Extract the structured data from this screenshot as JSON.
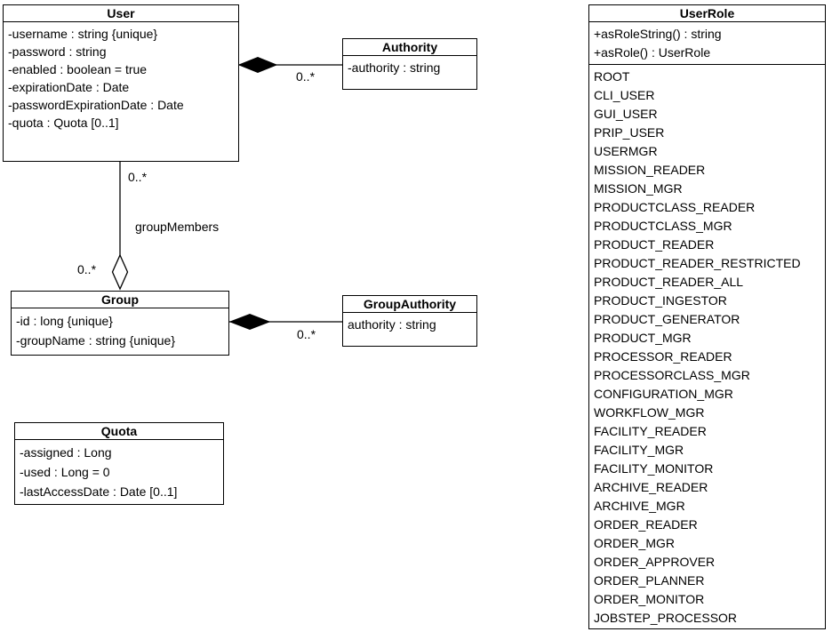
{
  "classes": {
    "user": {
      "title": "User",
      "attrs": [
        "-username : string {unique}",
        "-password : string",
        "-enabled : boolean = true",
        "-expirationDate : Date",
        "-passwordExpirationDate : Date",
        "-quota : Quota [0..1]"
      ]
    },
    "authority": {
      "title": "Authority",
      "attrs": [
        "-authority : string"
      ]
    },
    "group": {
      "title": "Group",
      "attrs": [
        "-id : long {unique}",
        "-groupName : string {unique}"
      ]
    },
    "groupAuthority": {
      "title": "GroupAuthority",
      "attrs": [
        "authority : string"
      ]
    },
    "quota": {
      "title": "Quota",
      "attrs": [
        "-assigned : Long",
        "-used : Long = 0",
        "-lastAccessDate : Date [0..1]"
      ]
    },
    "userRole": {
      "title": "UserRole",
      "operations": [
        "+asRoleString() : string",
        "+asRole() : UserRole"
      ],
      "literals": [
        "ROOT",
        "CLI_USER",
        "GUI_USER",
        "PRIP_USER",
        "USERMGR",
        "MISSION_READER",
        "MISSION_MGR",
        "PRODUCTCLASS_READER",
        "PRODUCTCLASS_MGR",
        "PRODUCT_READER",
        "PRODUCT_READER_RESTRICTED",
        "PRODUCT_READER_ALL",
        "PRODUCT_INGESTOR",
        "PRODUCT_GENERATOR",
        "PRODUCT_MGR",
        "PROCESSOR_READER",
        "PROCESSORCLASS_MGR",
        "CONFIGURATION_MGR",
        "WORKFLOW_MGR",
        "FACILITY_READER",
        "FACILITY_MGR",
        "FACILITY_MONITOR",
        "ARCHIVE_READER",
        "ARCHIVE_MGR",
        "ORDER_READER",
        "ORDER_MGR",
        "ORDER_APPROVER",
        "ORDER_PLANNER",
        "ORDER_MONITOR",
        "JOBSTEP_PROCESSOR"
      ]
    }
  },
  "relations": {
    "userAuthority": {
      "type": "composition",
      "multiplicity": "0..*"
    },
    "userGroup": {
      "type": "aggregation",
      "name": "groupMembers",
      "userMultiplicity": "0..*",
      "groupMultiplicity": "0..*"
    },
    "groupGroupAuthority": {
      "type": "composition",
      "multiplicity": "0..*"
    }
  },
  "colors": {
    "line": "#000000",
    "background": "#ffffff",
    "text": "#000000"
  }
}
